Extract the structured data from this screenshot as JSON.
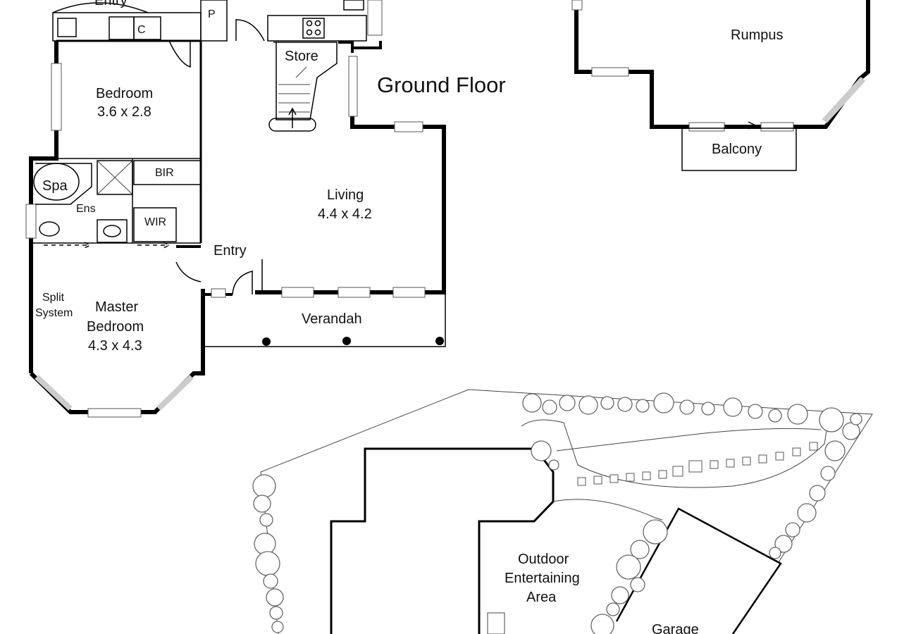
{
  "floors": {
    "ground_floor": "Ground Floor"
  },
  "rooms": {
    "entry_top": "Entry",
    "c": "C",
    "p": "P",
    "store": "Store",
    "bedroom": "Bedroom",
    "bedroom_size": "3.6 x 2.8",
    "spa": "Spa",
    "bir": "BIR",
    "ens": "Ens",
    "wir": "WIR",
    "living": "Living",
    "living_size": "4.4 x 4.2",
    "entry": "Entry",
    "split_system_1": "Split",
    "split_system_2": "System",
    "master_bedroom_1": "Master",
    "master_bedroom_2": "Bedroom",
    "master_bedroom_size": "4.3 x 4.3",
    "verandah": "Verandah",
    "rumpus": "Rumpus",
    "balcony": "Balcony",
    "outdoor_1": "Outdoor",
    "outdoor_2": "Entertaining",
    "outdoor_3": "Area",
    "garage": "Garage"
  }
}
